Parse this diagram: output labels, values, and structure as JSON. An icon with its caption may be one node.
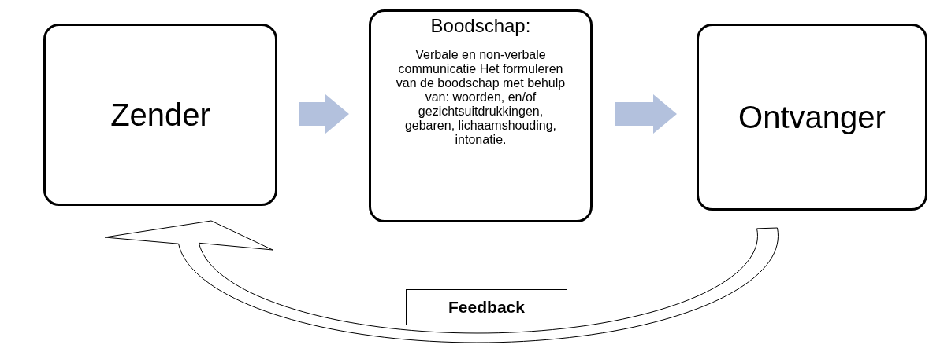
{
  "diagram": {
    "nodes": [
      {
        "text": [
          "Zender"
        ]
      },
      {
        "text": [
          "Boodschap:",
          "Verbale en non-verbale communicatie Het formuleren van de boodschap met behulp van: woorden, en/of gezichtsuitdrukkingen, gebaren, lichaamshouding, intonatie."
        ]
      },
      {
        "text": [
          "Ontvanger"
        ]
      }
    ],
    "edges": [
      {
        "from": 0,
        "to": 1,
        "arrow": "to",
        "style": "thick",
        "color": "#b3c1dd"
      },
      {
        "from": 1,
        "to": 2,
        "arrow": "to",
        "style": "thick",
        "color": "#b3c1dd"
      },
      {
        "from": 2,
        "to": 0,
        "arrow": "to",
        "style": "thick",
        "label": "Feedback"
      }
    ]
  }
}
